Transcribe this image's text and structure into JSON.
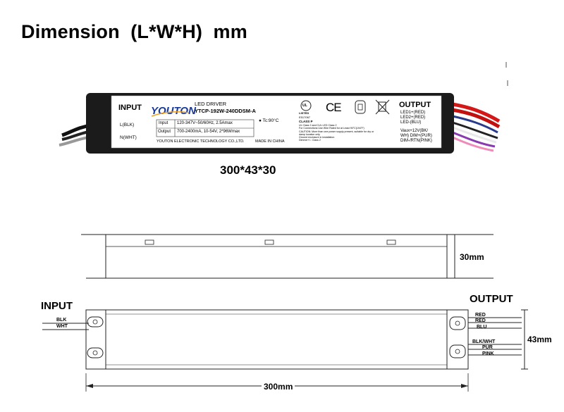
{
  "title": "Dimension  (L*W*H)  mm",
  "dimensions_caption": "300*43*30",
  "label": {
    "input_heading": "INPUT",
    "output_heading": "OUTPUT",
    "input_wires": [
      "L(BLK)",
      "N(WHT)"
    ],
    "brand": "YOUTON",
    "product_type": "LED DRIVER",
    "model": "YTCP-192W-240DDSM-A",
    "tc": "Tc:90°C",
    "input_row_label": "Input",
    "input_row_value": "120-347V~50/60Hz, 2.5Amax",
    "output_row_label": "Output",
    "output_row_value": "700-2400mA, 10-54V, 2*96Wmax",
    "manufacturer": "YOUTON ELECTRONIC TECHNOLOGY CO.,LTD.",
    "made_in": "MADE IN CHINA",
    "ul_mark": "UL",
    "listed": "LISTED",
    "file_no": "E517067",
    "class": "CLASS P",
    "ce_mark": "CE",
    "cert_lines": [
      "UL Class 2 and CUL LED Class 2",
      "For Connections Use Wire Rated for at Least 90°C(194°F)",
      "CAUTION: More than one power supply present, suitable for dry or",
      "damp location only",
      "Ground enclosure in installation",
      "Dimmer+/-: Class 2"
    ],
    "output_lines": [
      "LED1+(RED)",
      "LED2+(RED)",
      "LED-(BLU)"
    ],
    "dim_lines": [
      "Vaux+12V(BK/",
      "WH) DIM+(PUR)",
      "DIM-/RTN(PINK)"
    ]
  },
  "side_view": {
    "height_label": "30mm"
  },
  "top_view": {
    "input_heading": "INPUT",
    "output_heading": "OUTPUT",
    "input_wires": [
      "BLK",
      "WHT"
    ],
    "output_wires": [
      "RED",
      "RED",
      "BLU",
      "BLK/WHT",
      "PUR",
      "PINK"
    ],
    "width_label": "43mm",
    "length_label": "300mm"
  },
  "colors": {
    "wire_red": "#d41818",
    "wire_black": "#111111",
    "wire_white": "#e8e8e8",
    "wire_blue": "#3050c0",
    "wire_purple": "#8a3ab0",
    "wire_pink": "#f08ab8",
    "wire_gray": "#8a8a8a",
    "brand_blue": "#1a3a9a",
    "brand_orange": "#f0a020"
  }
}
